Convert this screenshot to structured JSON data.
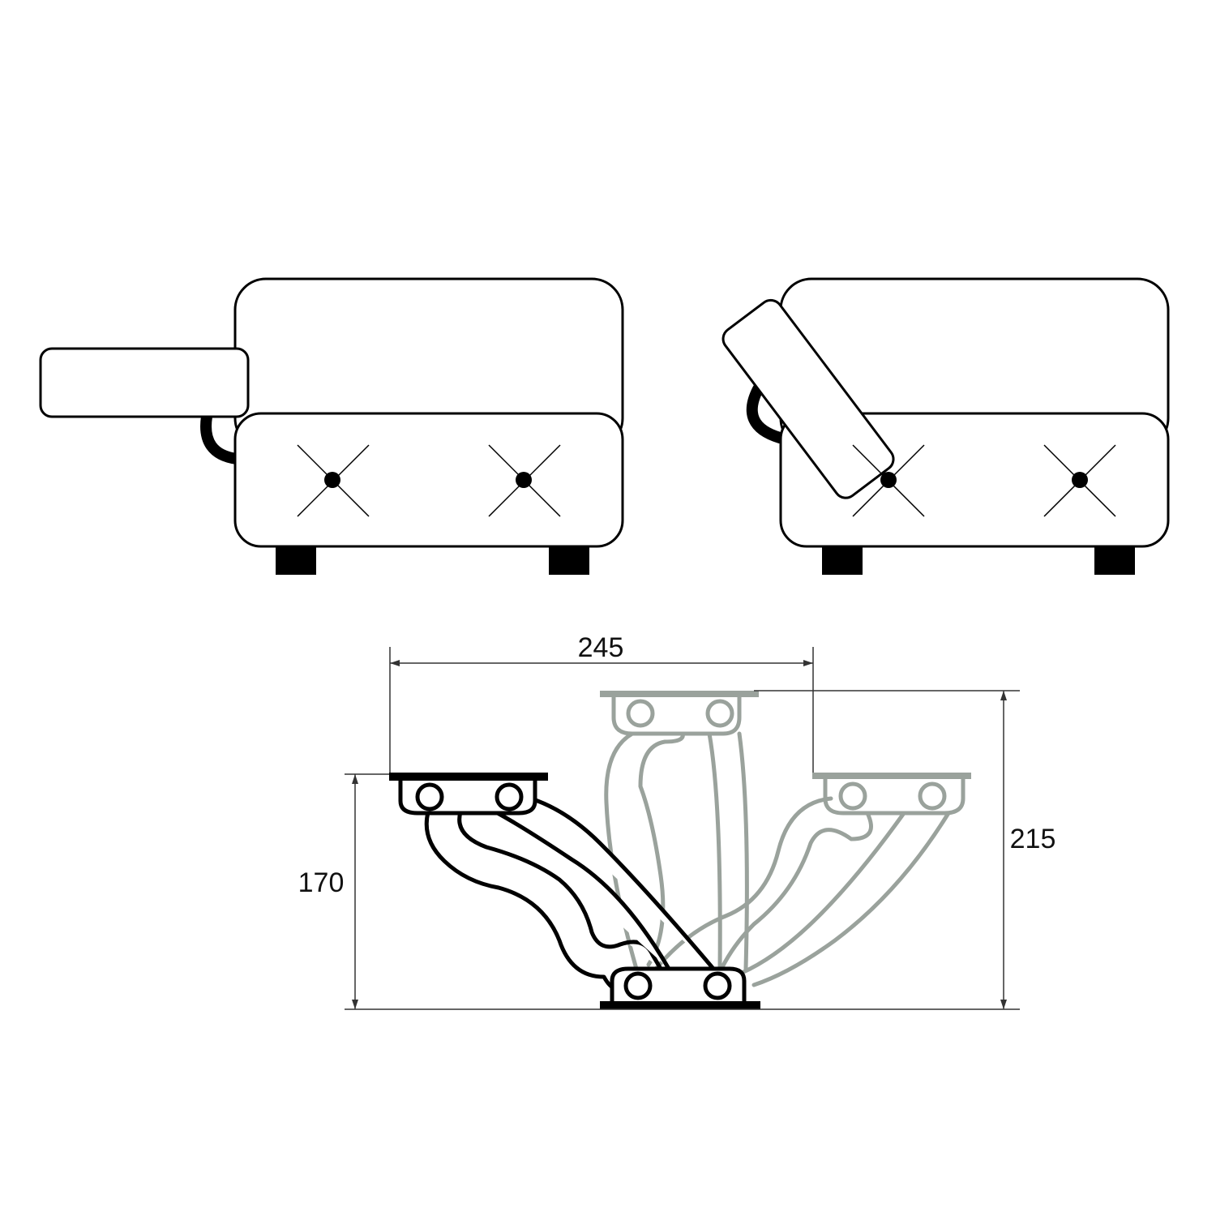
{
  "dimensions": {
    "width_label": "245",
    "left_height_label": "170",
    "right_height_label": "215"
  },
  "colors": {
    "line": "#000000",
    "ghost": "#9aa29c",
    "dim": "#333333",
    "fill": "#ffffff"
  }
}
